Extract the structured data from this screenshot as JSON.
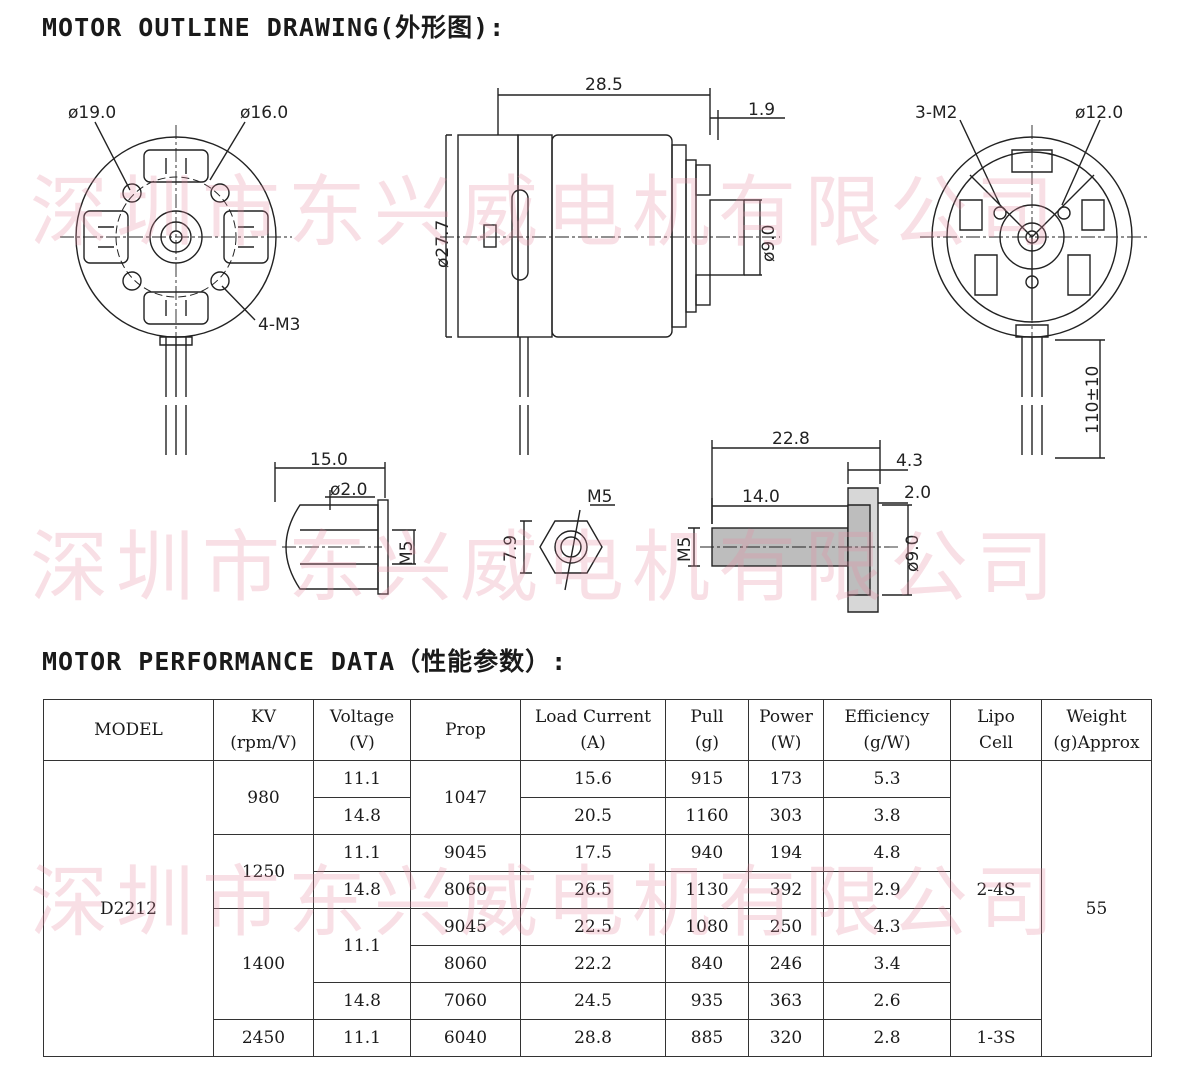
{
  "outline_title": "MOTOR OUTLINE DRAWING(外形图):",
  "performance_title": "MOTOR PERFORMANCE DATA（性能参数）:",
  "watermark": "深圳市东兴威电机有限公司",
  "dimensions": {
    "front_d19": "ø19.0",
    "front_d16": "ø16.0",
    "front_4m3": "4-M3",
    "side_len": "28.5",
    "side_tab": "1.9",
    "side_d277": "ø27.7",
    "side_d9": "ø9.0",
    "rear_3m2": "3-M2",
    "rear_d12": "ø12.0",
    "rear_lead": "110±10",
    "cone_len": "15.0",
    "cone_d2": "ø2.0",
    "cone_m5": "M5",
    "nut_m5": "M5",
    "nut_79": "7.9",
    "shaft_228": "22.8",
    "shaft_43": "4.3",
    "shaft_140": "14.0",
    "shaft_20": "2.0",
    "shaft_m5": "M5",
    "shaft_d9": "ø9.0"
  },
  "table": {
    "headers": {
      "model": "MODEL",
      "kv": [
        "KV",
        "(rpm/V)"
      ],
      "voltage": [
        "Voltage",
        "(V)"
      ],
      "prop": "Prop",
      "current": [
        "Load Current",
        "(A)"
      ],
      "pull": [
        "Pull",
        "(g)"
      ],
      "power": [
        "Power",
        "(W)"
      ],
      "efficiency": [
        "Efficiency",
        "(g/W)"
      ],
      "lipo": [
        "Lipo",
        "Cell"
      ],
      "weight": [
        "Weight",
        "(g)Approx"
      ]
    },
    "model": "D2212",
    "weight": "55",
    "lipo_main": "2-4S",
    "lipo_last": "1-3S",
    "kv": [
      "980",
      "1250",
      "1400",
      "2450"
    ],
    "voltage": [
      "11.1",
      "14.8",
      "11.1",
      "14.8",
      "11.1",
      "14.8",
      "11.1"
    ],
    "prop": [
      "1047",
      "9045",
      "8060",
      "9045",
      "8060",
      "7060",
      "6040"
    ],
    "rows": [
      {
        "current": "15.6",
        "pull": "915",
        "power": "173",
        "efficiency": "5.3"
      },
      {
        "current": "20.5",
        "pull": "1160",
        "power": "303",
        "efficiency": "3.8"
      },
      {
        "current": "17.5",
        "pull": "940",
        "power": "194",
        "efficiency": "4.8"
      },
      {
        "current": "26.5",
        "pull": "1130",
        "power": "392",
        "efficiency": "2.9"
      },
      {
        "current": "22.5",
        "pull": "1080",
        "power": "250",
        "efficiency": "4.3"
      },
      {
        "current": "22.2",
        "pull": "840",
        "power": "246",
        "efficiency": "3.4"
      },
      {
        "current": "24.5",
        "pull": "935",
        "power": "363",
        "efficiency": "2.6"
      },
      {
        "current": "28.8",
        "pull": "885",
        "power": "320",
        "efficiency": "2.8"
      }
    ]
  }
}
